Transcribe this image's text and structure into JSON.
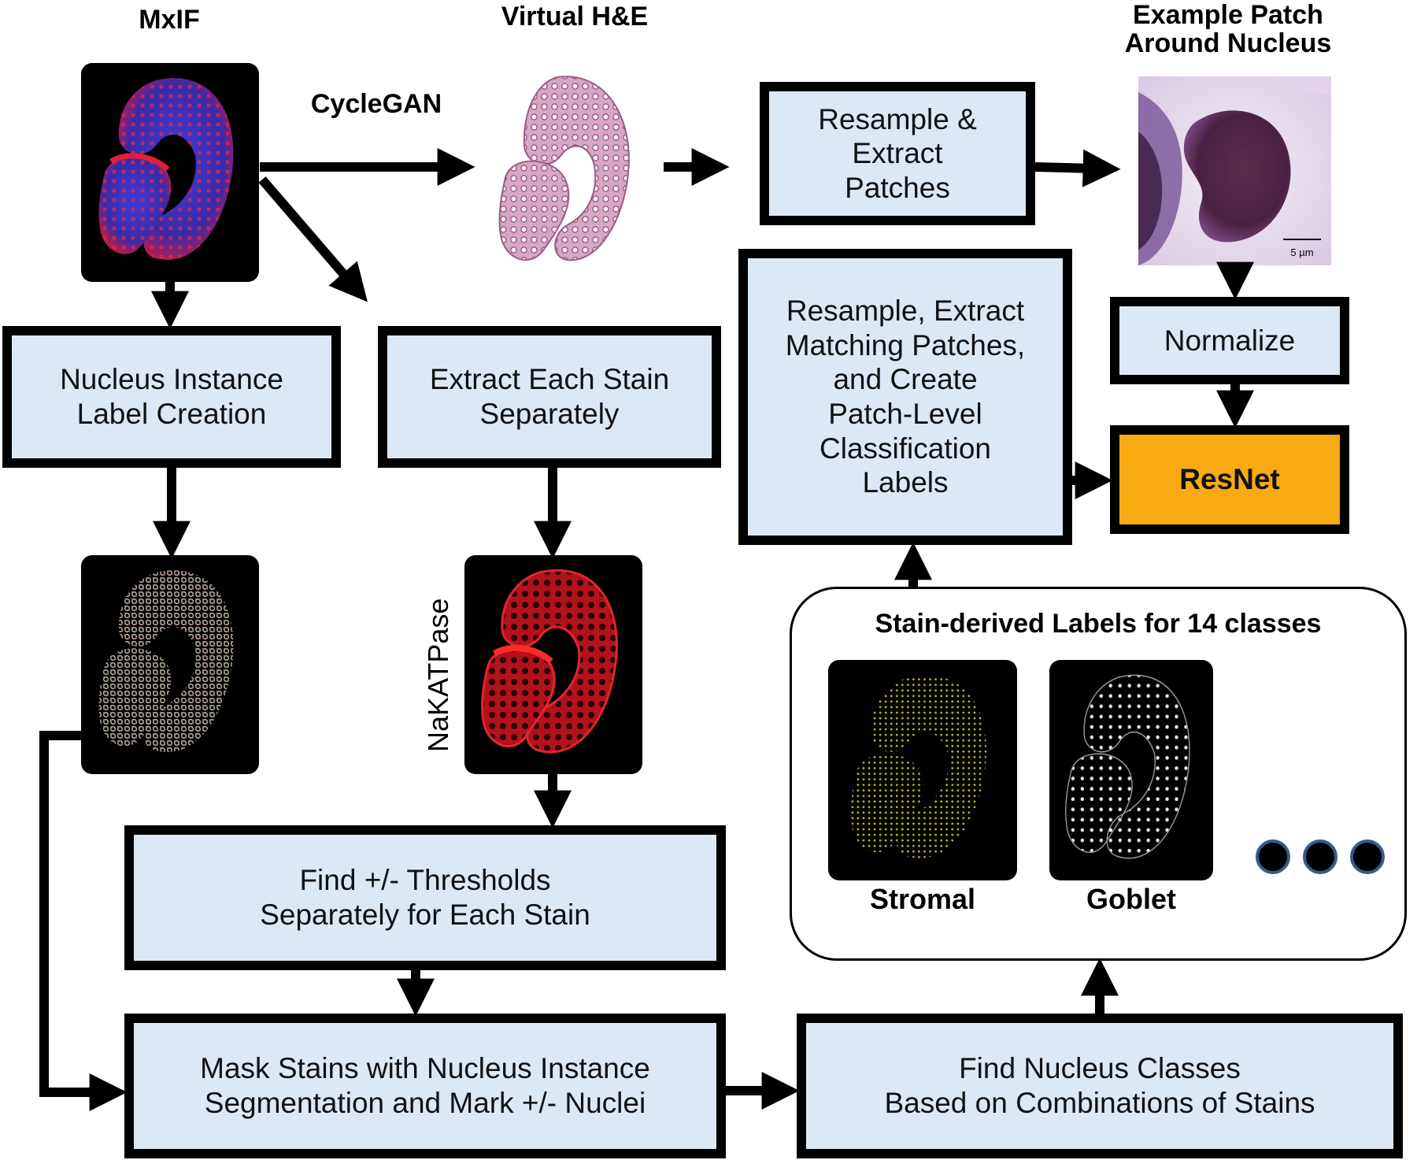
{
  "headers": {
    "mxif": "MxIF",
    "virtual_he": "Virtual H&E",
    "example_patch": "Example Patch\nAround Nucleus",
    "cyclegan": "CycleGAN"
  },
  "boxes": {
    "resample_extract": "Resample &\nExtract\nPatches",
    "resample_matching": "Resample, Extract\nMatching Patches,\nand Create\nPatch-Level\nClassification\nLabels",
    "normalize": "Normalize",
    "resnet": "ResNet",
    "nucleus_instance": "Nucleus Instance\nLabel Creation",
    "extract_stain": "Extract Each Stain\nSeparately",
    "find_thresholds": "Find +/- Thresholds\nSeparately for Each Stain",
    "mask_stains": "Mask Stains with Nucleus Instance\nSegmentation and Mark +/- Nuclei",
    "find_classes": "Find Nucleus Classes\nBased on Combinations of Stains"
  },
  "stain_panel": {
    "title": "Stain-derived Labels for 14 classes",
    "stromal": "Stromal",
    "goblet": "Goblet"
  },
  "side_labels": {
    "nakatpase": "NaKATPase"
  },
  "scale_bar": "5 µm",
  "colors": {
    "box_fill": "#dde8f5",
    "resnet_fill": "#f8aa13",
    "dot_border": "#3a5a8c"
  }
}
